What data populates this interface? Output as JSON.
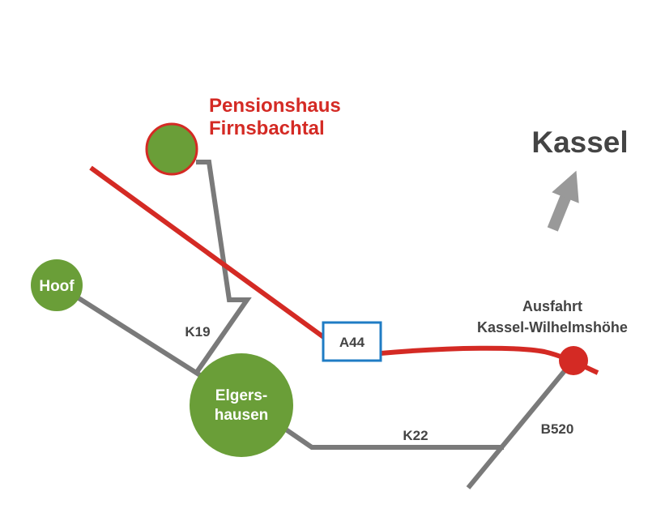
{
  "colors": {
    "road_gray": "#7a7a7a",
    "highway_red": "#d42a24",
    "town_green": "#6a9e38",
    "motorway_box_blue": "#1f7cc4",
    "text_dark": "#444444",
    "arrow_gray": "#999999"
  },
  "places": {
    "pension": {
      "line1": "Pensionshaus",
      "line2": "Firnsbachtal"
    },
    "hoof": "Hoof",
    "elgershausen": {
      "line1": "Elgers-",
      "line2": "hausen"
    },
    "kassel": "Kassel",
    "exit": {
      "line1": "Ausfahrt",
      "line2": "Kassel-Wilhelmshöhe"
    }
  },
  "roads": {
    "k19": "K19",
    "k22": "K22",
    "b520": "B520",
    "a44": "A44"
  },
  "icons": {
    "direction": "arrow-up-right-icon"
  }
}
